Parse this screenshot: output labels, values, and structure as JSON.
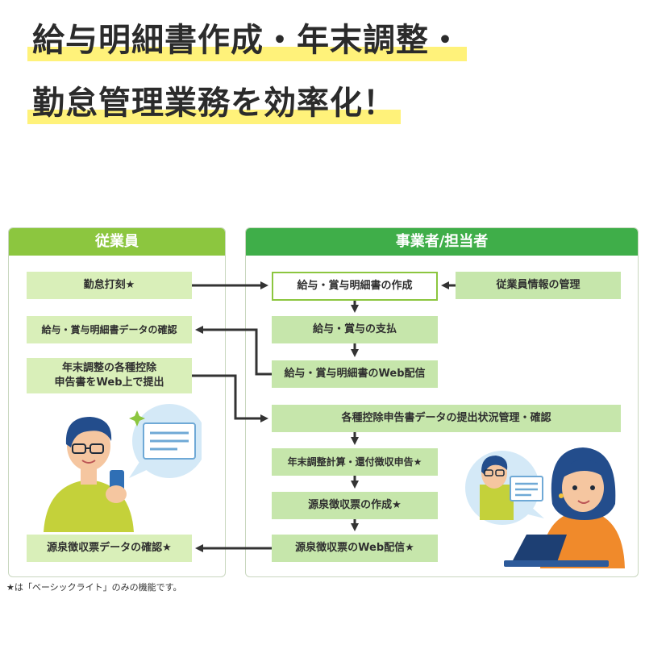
{
  "headline": {
    "line1": "給与明細書作成・年末調整・",
    "line2": "勤怠管理業務を効率化！"
  },
  "panels": {
    "employee": {
      "title": "従業員"
    },
    "business": {
      "title": "事業者/担当者"
    }
  },
  "employee_items": {
    "attendance": "勤怠打刻★",
    "payslip_check": "給与・賞与明細書データの確認",
    "yearend_submit_l1": "年末調整の各種控除",
    "yearend_submit_l2": "申告書をWeb上で提出",
    "withholding_check": "源泉徴収票データの確認★"
  },
  "business_items": {
    "payslip_create": "給与・賞与明細書の作成",
    "employee_info": "従業員情報の管理",
    "payment": "給与・賞与の支払",
    "payslip_web": "給与・賞与明細書のWeb配信",
    "deduction_manage": "各種控除申告書データの提出状況管理・確認",
    "yearend_calc": "年末調整計算・還付徴収申告★",
    "withholding_create": "源泉徴収票の作成★",
    "withholding_web": "源泉徴収票のWeb配信★"
  },
  "footnote": "★は「ベーシックライト」のみの機能です。",
  "colors": {
    "employee_header": "#8cc63f",
    "business_header": "#3fae49",
    "box_light": "#d9efb9",
    "box_medium": "#c6e6ab",
    "highlight": "#fff27a",
    "arrow": "#333333"
  }
}
